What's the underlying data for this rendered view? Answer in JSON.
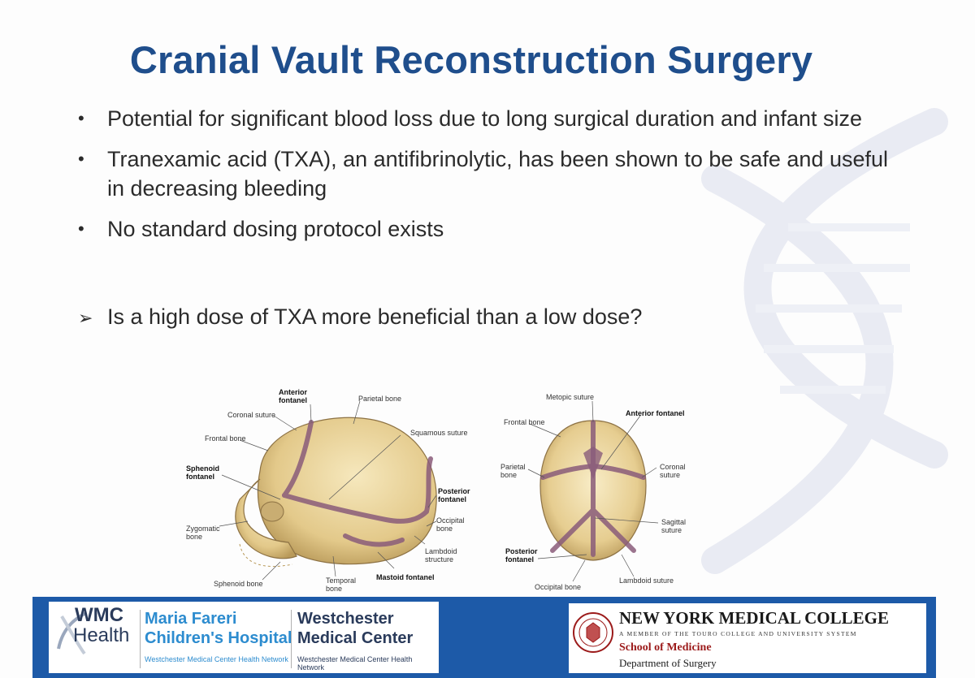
{
  "slide": {
    "title": "Cranial Vault Reconstruction Surgery",
    "bullets": [
      "Potential for significant blood loss due to long surgical duration and infant size",
      "Tranexamic acid (TXA), an antifibrinolytic, has been shown to be safe and useful in decreasing bleeding",
      "No standard dosing protocol exists"
    ],
    "question": "Is a high dose of TXA more beneficial than a low dose?"
  },
  "lateral_skull": {
    "labels": {
      "anterior_fontanel_1": "Anterior",
      "anterior_fontanel_2": "fontanel",
      "parietal_bone": "Parietal bone",
      "coronal_suture": "Coronal suture",
      "squamous_suture": "Squamous suture",
      "frontal_bone": "Frontal bone",
      "sphenoid_fontanel_1": "Sphenoid",
      "sphenoid_fontanel_2": "fontanel",
      "posterior_fontanel_1": "Posterior",
      "posterior_fontanel_2": "fontanel",
      "occipital_bone_1": "Occipital",
      "occipital_bone_2": "bone",
      "zygomatic_bone_1": "Zygomatic",
      "zygomatic_bone_2": "bone",
      "lambdoid_structure_1": "Lambdoid",
      "lambdoid_structure_2": "structure",
      "mastoid_fontanel": "Mastoid fontanel",
      "temporal_bone_1": "Temporal",
      "temporal_bone_2": "bone",
      "sphenoid_bone": "Sphenoid bone"
    }
  },
  "superior_skull": {
    "labels": {
      "metopic_suture": "Metopic suture",
      "anterior_fontanel": "Anterior fontanel",
      "frontal_bone": "Frontal bone",
      "parietal_bone_1": "Parietal",
      "parietal_bone_2": "bone",
      "coronal_suture_1": "Coronal",
      "coronal_suture_2": "suture",
      "sagittal_suture_1": "Sagittal",
      "sagittal_suture_2": "suture",
      "posterior_fontanel_1": "Posterior",
      "posterior_fontanel_2": "fontanel",
      "lambdoid_suture": "Lambdoid suture",
      "occipital_bone": "Occipital bone"
    }
  },
  "footer": {
    "wmc_top": "WMC",
    "wmc_bottom": "Health",
    "maria_fareri_1": "Maria Fareri",
    "maria_fareri_2": "Children's Hospital",
    "maria_fareri_network": "Westchester Medical Center Health Network",
    "westchester_1": "Westchester",
    "westchester_2": "Medical Center",
    "westchester_network": "Westchester Medical Center Health Network",
    "nymc_title": "NEW YORK MEDICAL COLLEGE",
    "nymc_member": "A MEMBER OF THE TOURO COLLEGE AND UNIVERSITY SYSTEM",
    "nymc_school": "School of Medicine",
    "nymc_dept": "Department of Surgery"
  },
  "colors": {
    "title": "#1f4e8c",
    "footer_band": "#1d5aa8",
    "bone": "#e8d39a",
    "suture": "#8a5c7a",
    "maria_fareri_blue": "#2d8ccf",
    "nymc_red": "#9c1b1b"
  }
}
